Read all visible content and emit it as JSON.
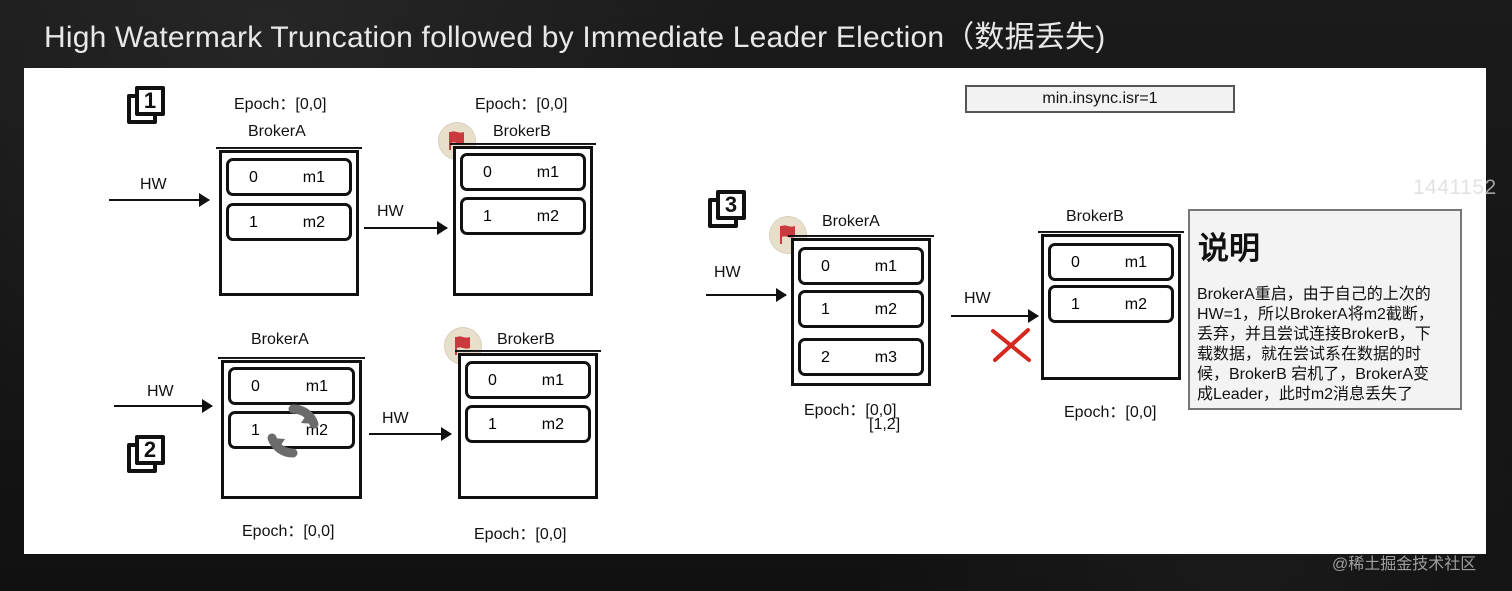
{
  "title": "High Watermark Truncation followed by Immediate Leader Election（数据丢失)",
  "watermarks": {
    "right": "1441152",
    "bottom": "@稀土掘金技术社区"
  },
  "config": "min.insync.isr=1",
  "badges": {
    "step1": "1",
    "step2": "2",
    "step3": "3"
  },
  "labels": {
    "hw": "HW",
    "epoch00": "Epoch：[0,0]",
    "epoch00_space": "Epoch：[0,0]",
    "epoch12": "[1,2]"
  },
  "scenario1": {
    "brokerA": "BrokerA",
    "brokerB": "BrokerB",
    "a_rows": [
      {
        "offset": "0",
        "msg": "m1"
      },
      {
        "offset": "1",
        "msg": "m2"
      }
    ],
    "b_rows": [
      {
        "offset": "0",
        "msg": "m1"
      },
      {
        "offset": "1",
        "msg": "m2"
      }
    ]
  },
  "scenario2": {
    "brokerA": "BrokerA",
    "brokerB": "BrokerB",
    "a_rows": [
      {
        "offset": "0",
        "msg": "m1"
      },
      {
        "offset": "1",
        "msg": "m2"
      }
    ],
    "b_rows": [
      {
        "offset": "0",
        "msg": "m1"
      },
      {
        "offset": "1",
        "msg": "m2"
      }
    ]
  },
  "scenario3": {
    "brokerA": "BrokerA",
    "brokerB": "BrokerB",
    "a_rows": [
      {
        "offset": "0",
        "msg": "m1"
      },
      {
        "offset": "1",
        "msg": "m2"
      },
      {
        "offset": "2",
        "msg": "m3"
      }
    ],
    "b_rows": [
      {
        "offset": "0",
        "msg": "m1"
      },
      {
        "offset": "1",
        "msg": "m2"
      }
    ]
  },
  "note": {
    "title": "说明",
    "body": "BrokerA重启，由于自己的上次的\nHW=1，所以BrokerA将m2截断，\n丢弃，并且尝试连接BrokerB，下\n载数据，就在尝试系在数据的时\n候，BrokerB 宕机了，BrokerA变\n成Leader，此时m2消息丢失了"
  },
  "colors": {
    "background": "#141414",
    "paper": "#ffffff",
    "flag_red": "#c93a3f",
    "flag_badge": "#e8dfcb",
    "x_red": "#d5281f",
    "sync_gray": "#6b6b6b"
  },
  "icons": {
    "flag": "flag-icon",
    "sync": "sync-icon",
    "cross": "x-icon",
    "step": "stacked-number-icon"
  }
}
